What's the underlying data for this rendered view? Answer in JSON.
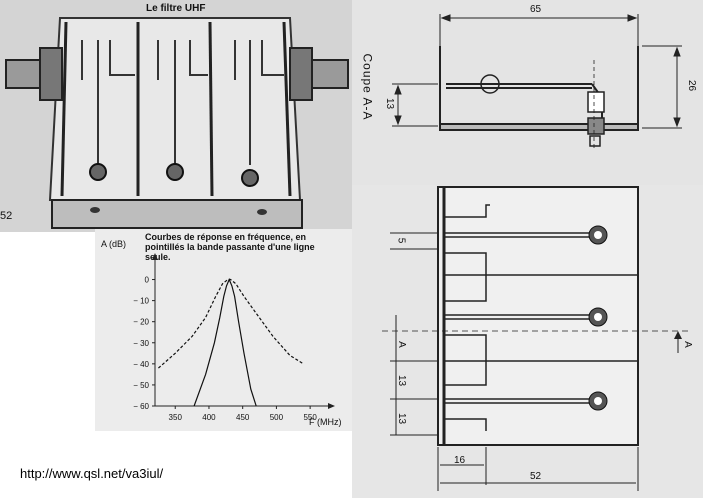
{
  "photo": {
    "title": "Le filtre UHF",
    "page_number": "52"
  },
  "section_view": {
    "label": "Coupe A-A",
    "dim_width": "65",
    "dim_height": "26",
    "dim_left": "13"
  },
  "top_view": {
    "dim_top": "5",
    "dim_a": "A",
    "dim_13_1": "13",
    "dim_13_2": "13",
    "dim_16": "16",
    "dim_52": "52",
    "marker_a": "A"
  },
  "chart_data": {
    "type": "line",
    "title": "Courbes de réponse en fréquence, en pointillés la bande passante d'une ligne seule.",
    "ylabel": "A (dB)",
    "xlabel": "F (MHz)",
    "x_ticks": [
      350,
      400,
      450,
      500,
      550
    ],
    "y_ticks": [
      0,
      -10,
      -20,
      -30,
      -40,
      -50,
      -60
    ],
    "xlim": [
      320,
      575
    ],
    "ylim": [
      -60,
      5
    ],
    "series": [
      {
        "style": "solid",
        "x": [
          378,
          395,
          408,
          416,
          422,
          426,
          430,
          434,
          438,
          444,
          452,
          462,
          470
        ],
        "y": [
          -60,
          -45,
          -30,
          -18,
          -8,
          -3,
          0,
          -3,
          -8,
          -20,
          -35,
          -52,
          -60
        ]
      },
      {
        "style": "dashed",
        "x": [
          325,
          350,
          375,
          395,
          410,
          420,
          428,
          432,
          440,
          452,
          470,
          495,
          520,
          540
        ],
        "y": [
          -42,
          -35,
          -27,
          -18,
          -8,
          -2,
          0,
          0,
          -2,
          -8,
          -16,
          -27,
          -36,
          -40
        ]
      }
    ]
  },
  "footer": {
    "url": "http://www.qsl.net/va3iul/"
  }
}
